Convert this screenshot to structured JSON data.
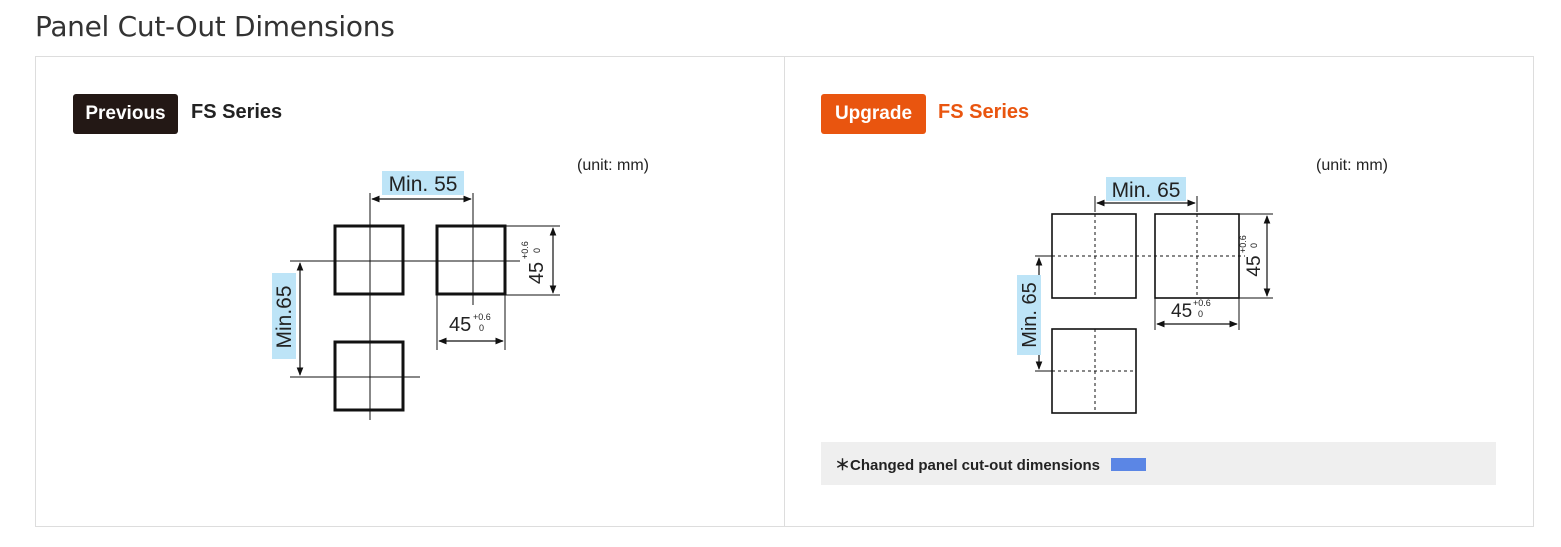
{
  "page_title": "Panel Cut-Out Dimensions",
  "previous": {
    "badge": "Previous",
    "series": "FS Series",
    "unit": "(unit: mm)",
    "width_label": "Min. 55",
    "height_label": "Min.65",
    "size_value": "45",
    "tol_upper": "+0.6",
    "tol_lower": "0"
  },
  "upgrade": {
    "badge": "Upgrade",
    "series": "FS Series",
    "unit": "(unit: mm)",
    "width_label": "Min. 65",
    "height_label": "Min. 65",
    "size_value": "45",
    "tol_upper": "+0.6",
    "tol_lower": "0"
  },
  "note": {
    "text": "＊Changed panel cut-out dimensions"
  },
  "colors": {
    "previous_badge": "#231815",
    "upgrade_badge": "#e9550f",
    "highlight": "#bde4f7",
    "legend_swatch": "#5b86e5"
  }
}
